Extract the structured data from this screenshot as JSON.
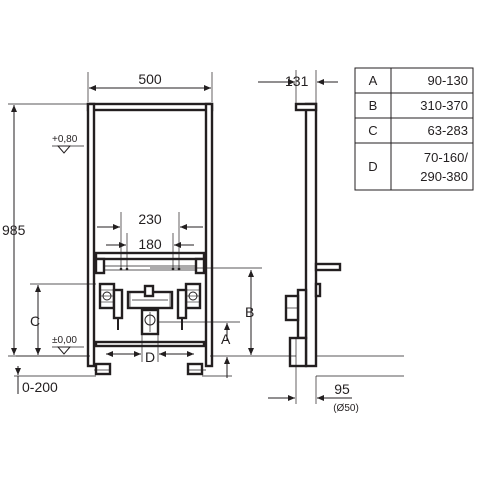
{
  "front_view": {
    "width_label": "500",
    "height_label": "985",
    "upper_level_label": "+0,80",
    "floor_level_label": "±0,00",
    "spacing_outer_label": "230",
    "spacing_inner_label": "180",
    "dim_c_label": "C",
    "dim_d_label": "D",
    "dim_a_label": "A",
    "dim_b_label": "B",
    "floor_range_label": "0-200"
  },
  "side_view": {
    "depth_label": "131",
    "outlet_offset_label": "95",
    "outlet_diameter_label": "(Ø50)"
  },
  "legend_table": {
    "rows": [
      {
        "key": "A",
        "value_line1": "90-130",
        "value_line2": ""
      },
      {
        "key": "B",
        "value_line1": "310-370",
        "value_line2": ""
      },
      {
        "key": "C",
        "value_line1": "63-283",
        "value_line2": ""
      },
      {
        "key": "D",
        "value_line1": "70-160/",
        "value_line2": "290-380"
      }
    ]
  }
}
